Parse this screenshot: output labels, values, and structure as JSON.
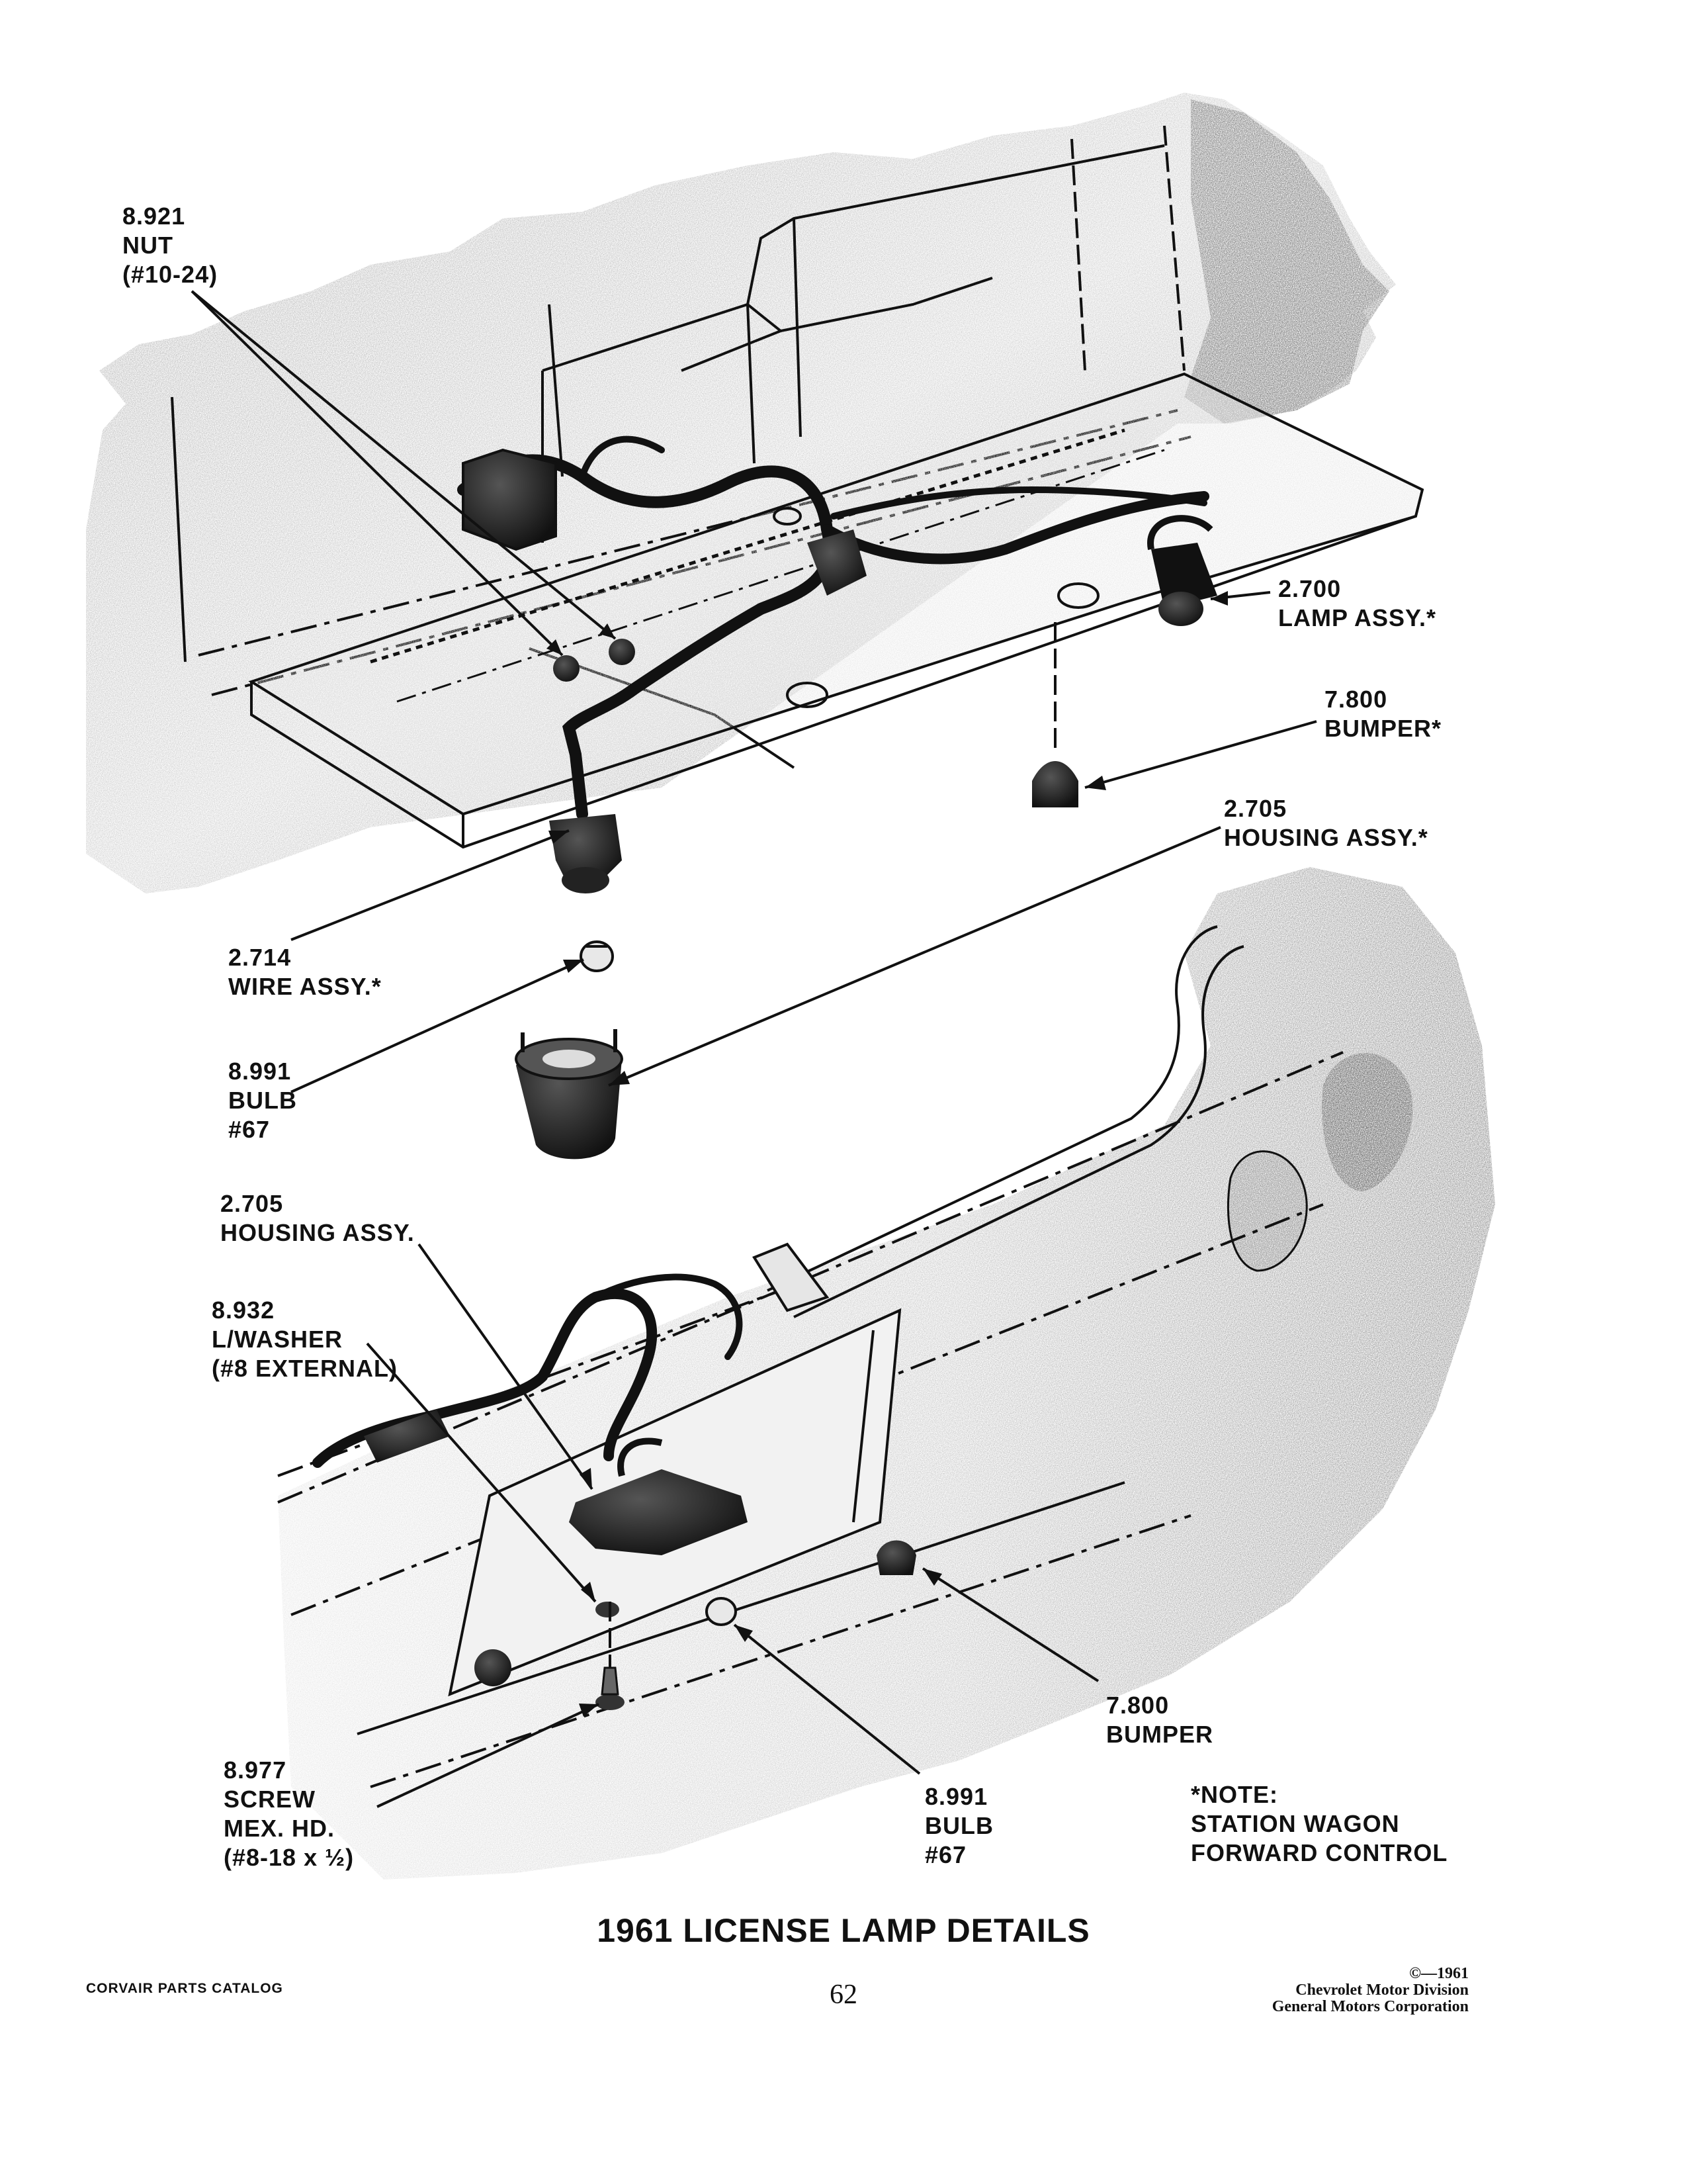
{
  "callouts": {
    "nut": [
      "8.921",
      "NUT",
      "(#10-24)"
    ],
    "lamp_assy": [
      "2.700",
      "LAMP ASSY.*"
    ],
    "bumper_upper": [
      "7.800",
      "BUMPER*"
    ],
    "housing_assy_upper": [
      "2.705",
      "HOUSING ASSY.*"
    ],
    "wire_assy": [
      "2.714",
      "WIRE ASSY.*"
    ],
    "bulb_upper": [
      "8.991",
      "BULB",
      "#67"
    ],
    "housing_assy_lower": [
      "2.705",
      "HOUSING ASSY."
    ],
    "lock_washer": [
      "8.932",
      "L/WASHER",
      "(#8 EXTERNAL)"
    ],
    "bumper_lower": [
      "7.800",
      "BUMPER"
    ],
    "screw": [
      "8.977",
      "SCREW",
      "MEX. HD.",
      "(#8-18 x ½)"
    ],
    "bulb_lower": [
      "8.991",
      "BULB",
      "#67"
    ]
  },
  "note": [
    "*NOTE:",
    "STATION WAGON",
    "FORWARD CONTROL"
  ],
  "title": "1961 LICENSE LAMP DETAILS",
  "footer": {
    "catalog": "CORVAIR PARTS CATALOG",
    "page_number": "62",
    "copyright": [
      "©—1961",
      "Chevrolet Motor Division",
      "General Motors Corporation"
    ]
  },
  "colors": {
    "ink": "#111111",
    "shade": "#bdbdbd",
    "shade_dark": "#8a8a8a",
    "paper": "#ffffff"
  }
}
